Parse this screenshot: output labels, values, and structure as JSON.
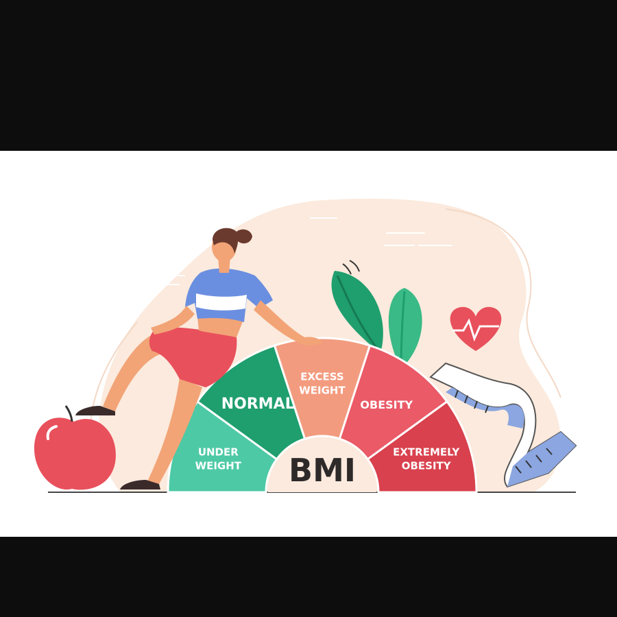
{
  "gauge": {
    "center_label": "BMI",
    "segments": [
      {
        "id": "underweight",
        "line1": "UNDER",
        "line2": "WEIGHT",
        "color": "#4dc9a5"
      },
      {
        "id": "normal",
        "line1": "NORMAL",
        "line2": "",
        "color": "#1f9e6e"
      },
      {
        "id": "excess",
        "line1": "EXCESS",
        "line2": "WEIGHT",
        "color": "#f39b7f"
      },
      {
        "id": "obesity",
        "line1": "OBESITY",
        "line2": "",
        "color": "#ea5a67"
      },
      {
        "id": "extreme",
        "line1": "EXTREMELY",
        "line2": "OBESITY",
        "color": "#d8414d"
      }
    ]
  },
  "colors": {
    "background_blob": "#fbeadd",
    "apple": "#e8505c",
    "leaves": "#1f9e6e",
    "heart": "#e8505c",
    "tape": "#8ba6e0",
    "shirt": "#6b8fe0",
    "shorts": "#e8505c",
    "skin": "#f2a477",
    "hair": "#6b3a2e"
  },
  "icons": [
    "apple-icon",
    "heart-pulse-icon",
    "leaf-icon",
    "measuring-tape-icon"
  ]
}
